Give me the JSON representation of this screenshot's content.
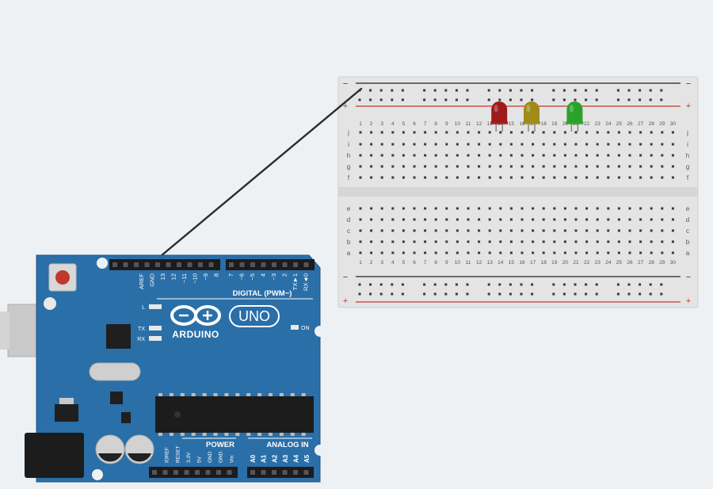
{
  "canvas": {
    "background": "#eef1f4"
  },
  "breadboard": {
    "columns": 30,
    "upper_rows": [
      "j",
      "i",
      "h",
      "g",
      "f"
    ],
    "lower_rows": [
      "e",
      "d",
      "c",
      "b",
      "a"
    ],
    "rail_minus": "−",
    "rail_plus": "+",
    "colors": {
      "body": "#e4e4e4",
      "hole": "#3a3a3a",
      "rail_red": "#c0392b",
      "rail_black": "#222222"
    }
  },
  "leds": [
    {
      "name": "red",
      "color": "#9e1b1b",
      "column": 13
    },
    {
      "name": "yellow",
      "color": "#a08a1a",
      "column": 16
    },
    {
      "name": "green",
      "color": "#2aa22a",
      "column": 20
    }
  ],
  "wire": {
    "color": "#2b2b2b"
  },
  "arduino": {
    "brand": "ARDUINO",
    "model": "UNO",
    "board_color": "#2a6fa8",
    "digital_label": "DIGITAL (PWM~)",
    "power_label": "POWER",
    "analog_label": "ANALOG IN",
    "on_label": "ON",
    "led_labels": [
      "L",
      "TX",
      "RX"
    ],
    "header_top_left": [
      "AREF",
      "GND",
      "13",
      "12",
      "~11",
      "~10",
      "~9",
      "8"
    ],
    "header_top_right": [
      "7",
      "~6",
      "~5",
      "4",
      "~3",
      "2",
      "TX►1",
      "RX◄0"
    ],
    "power_pins": [
      "IOREF",
      "RESET",
      "3.3V",
      "5V",
      "GND",
      "GND",
      "Vin"
    ],
    "analog_pins": [
      "A0",
      "A1",
      "A2",
      "A3",
      "A4",
      "A5"
    ]
  }
}
